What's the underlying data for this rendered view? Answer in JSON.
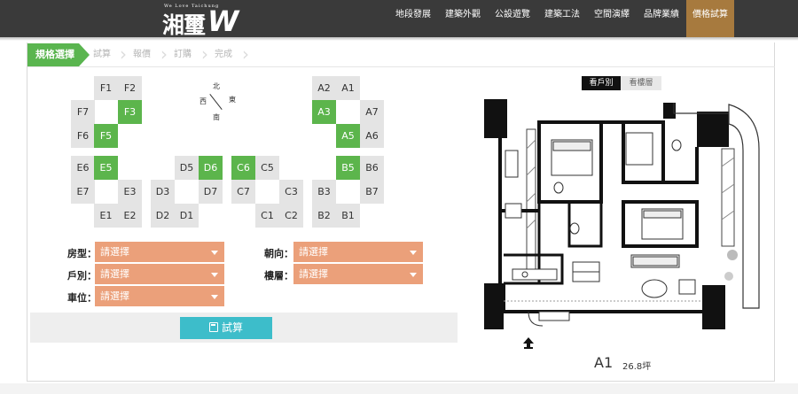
{
  "header": {
    "logo": {
      "mini": "We Love Taichung",
      "cn": "湘璽",
      "w": "W"
    },
    "nav": [
      "地段發展",
      "建築外觀",
      "公設遊覽",
      "建築工法",
      "空間演繹",
      "品牌業績"
    ],
    "nav_active": "價格試算"
  },
  "steps": [
    "規格選擇",
    "試算",
    "報價",
    "訂購",
    "完成"
  ],
  "compass": {
    "n": "北",
    "e": "東",
    "w": "西",
    "s": "南"
  },
  "units": {
    "F1": "F1",
    "F2": "F2",
    "F3": "F3",
    "F5": "F5",
    "F6": "F6",
    "F7": "F7",
    "E1": "E1",
    "E2": "E2",
    "E3": "E3",
    "E5": "E5",
    "E6": "E6",
    "E7": "E7",
    "D1": "D1",
    "D2": "D2",
    "D3": "D3",
    "D5": "D5",
    "D6": "D6",
    "D7": "D7",
    "C1": "C1",
    "C2": "C2",
    "C3": "C3",
    "C5": "C5",
    "C6": "C6",
    "C7": "C7",
    "B1": "B1",
    "B2": "B2",
    "B3": "B3",
    "B5": "B5",
    "B6": "B6",
    "B7": "B7",
    "A1": "A1",
    "A2": "A2",
    "A3": "A3",
    "A5": "A5",
    "A6": "A6",
    "A7": "A7"
  },
  "available_color": "#5cb54c",
  "form": {
    "room_type_label": "房型：",
    "unit_label": "戶別：",
    "parking_label": "車位：",
    "facing_label": "朝向：",
    "floor_label": "樓層：",
    "placeholder": "請選擇"
  },
  "calc_button": "試算",
  "view_toggle": {
    "unit_view": "看戶別",
    "floor_view": "看樓層"
  },
  "selected_unit": {
    "name": "A1",
    "size": "26.8坪"
  }
}
